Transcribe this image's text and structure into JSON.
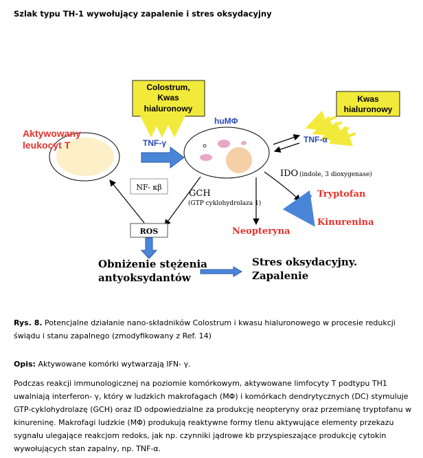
{
  "page": {
    "title": "Szlak typu TH-1 wywołujący zapalenie i stres oksydacyjny"
  },
  "diagram": {
    "box_colostrum_line1": "Colostrum,",
    "box_colostrum_line2": "Kwas",
    "box_colostrum_line3": "hialuronowy",
    "box_kwas_line1": "Kwas",
    "box_kwas_line2": "hialuronowy",
    "leukocyte_line1": "Aktywowany",
    "leukocyte_line2": "leukocyt T",
    "tnf_gamma": "TNF-γ",
    "humphi": "huMΦ",
    "tnf_alpha": "TNF-α",
    "nfkb": "NF- κβ",
    "gch_line1": "GCH",
    "gch_line2": "(GTP cyklohydrolaza 1)",
    "ido": "IDO",
    "ido_sub": "(indole, 3 dioxygenase)",
    "tryptofan": "Tryptofan",
    "kinurenina": "Kinurenina",
    "neopteryna": "Neopteryna",
    "ros": "ROS",
    "obnizenie_line1": "Obniżenie stężenia",
    "obnizenie_line2": "antyoksydantów",
    "stres_line1": "Stres oksydacyjny.",
    "stres_line2": "Zapalenie",
    "colors": {
      "yellow_box": "#f2ea3a",
      "yellow_arrow": "#f2ea3a",
      "red_text": "#e8302a",
      "blue_text": "#2a46b8",
      "blue_arrow": "#4a86d8",
      "cell_fill": "#fdf0c8",
      "nucleus": "#f5cfa8",
      "vesicle": "#e8a8c8"
    }
  },
  "caption": {
    "label": "Rys. 8.",
    "text": " Potencjalne działanie nano-składników Colostrum i kwasu hialuronowego w procesie redukcji świądu i stanu zapalnego (zmodyfikowany z Ref. 14)"
  },
  "desc": {
    "label": "Opis:",
    "text": " Aktywowane komórki wytwarzają IFN- γ."
  },
  "paragraph": "Podczas reakcji immunologicznej na poziomie komórkowym, aktywowane limfocyty T podtypu TH1 uwalniają interferon- γ, który w ludzkich makrofagach (MΦ) i komórkach dendrytycznych (DC) stymuluje GTP-cyklohydrolazę (GCH) oraz ID odpowiedzialne za produkcję neopteryny oraz przemianę tryptofanu w kinureninę. Makrofagi ludzkie (MΦ) produkują reaktywne formy tlenu aktywujące elementy przekazu sygnału ulegające reakcjom redoks, jak np. czynniki jądrowe kb przyspieszające produkcję cytokin wywołujących stan zapalny, np. TNF-α."
}
